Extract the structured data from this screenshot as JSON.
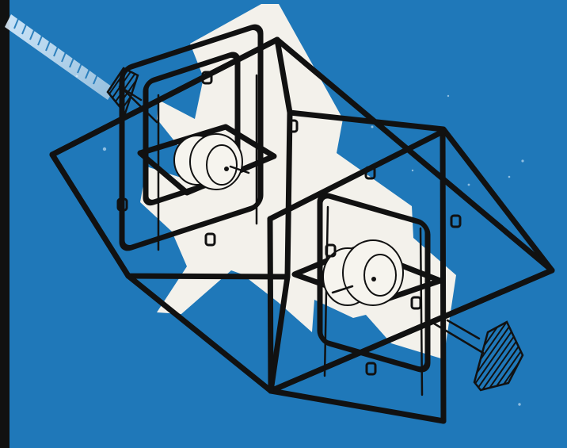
{
  "artwork": {
    "subject": "gyroscope-gimbal-illustration",
    "colors": {
      "background": "#1f78b9",
      "plane": "#f3f1eb",
      "outline": "#111111",
      "rotor": "#f6f4ee",
      "hatch": "#9fc7ea"
    },
    "icons": {
      "plane": "airplane-silhouette",
      "gimbal": "gimbal-frame",
      "rotor": "gyroscope-rotor",
      "bracket": "hatched-bracket"
    }
  }
}
